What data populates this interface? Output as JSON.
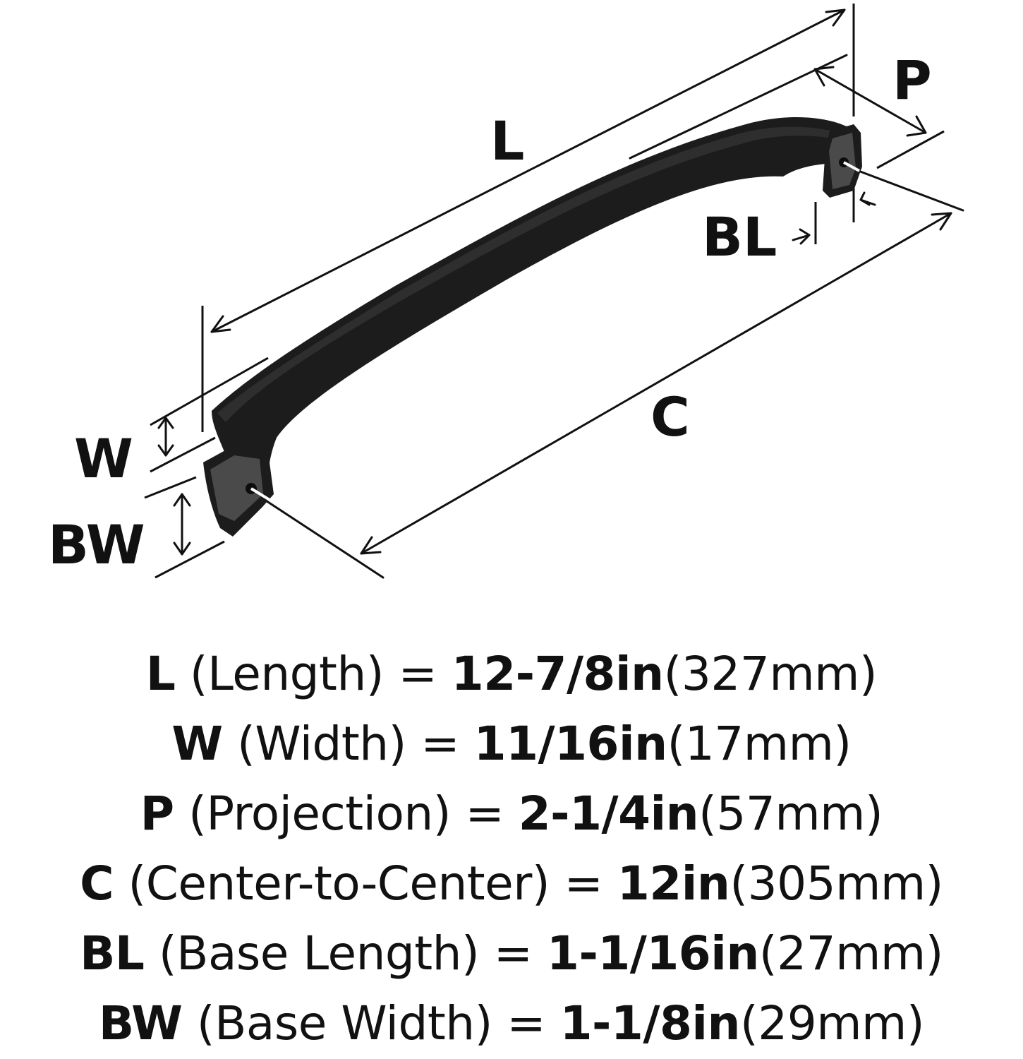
{
  "diagram": {
    "labels": {
      "L": "L",
      "P": "P",
      "BL": "BL",
      "C": "C",
      "W": "W",
      "BW": "BW"
    },
    "colors": {
      "handle": "#1c1c1c",
      "lines": "#111111",
      "background": "#ffffff"
    }
  },
  "specs": [
    {
      "symbol": "L",
      "desc": " (Length) = ",
      "imperial": "12-7/8in",
      "metric": "(327mm)"
    },
    {
      "symbol": "W",
      "desc": " (Width) = ",
      "imperial": "11/16in",
      "metric": "(17mm)"
    },
    {
      "symbol": "P",
      "desc": " (Projection) = ",
      "imperial": "2-1/4in",
      "metric": "(57mm)"
    },
    {
      "symbol": "C",
      "desc": " (Center-to-Center) = ",
      "imperial": "12in",
      "metric": "(305mm)"
    },
    {
      "symbol": "BL",
      "desc": " (Base Length) = ",
      "imperial": "1-1/16in",
      "metric": "(27mm)"
    },
    {
      "symbol": "BW",
      "desc": " (Base Width) = ",
      "imperial": "1-1/8in",
      "metric": "(29mm)"
    }
  ]
}
